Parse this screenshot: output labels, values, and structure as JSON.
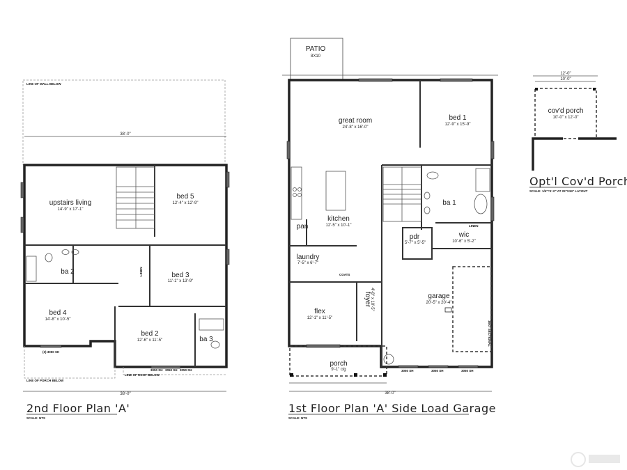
{
  "second_floor": {
    "title": "2nd Floor Plan 'A'",
    "scale": "SCALE: NTS",
    "notes": {
      "wall_below": "LINE OF WALL BELOW",
      "porch_below": "LINE OF PORCH BELOW",
      "roof_below": "LINE OF ROOF BELOW",
      "linen": "LINEN"
    },
    "overall_dim": "38'-0\"",
    "windows": {
      "bed4": "(3) 3050 SH",
      "bed2_a": "3050 SH",
      "bed2_b": "3050 SH",
      "bed2_c": "3050 SH"
    },
    "rooms": [
      {
        "name": "upstairs living",
        "size": "14'-9\" x 17'-1\""
      },
      {
        "name": "bed 5",
        "size": "12'-4\" x 12'-9\""
      },
      {
        "name": "ba 2",
        "size": ""
      },
      {
        "name": "bed 3",
        "size": "11'-1\" x 13'-9\""
      },
      {
        "name": "bed 4",
        "size": "14'-8\" x 10'-5\""
      },
      {
        "name": "bed 2",
        "size": "12'-6\" x 11'-5\""
      },
      {
        "name": "ba 3",
        "size": ""
      }
    ]
  },
  "first_floor": {
    "title": "1st Floor Plan 'A' Side Load Garage",
    "scale": "SCALE: NTS",
    "patio": {
      "label": "PATIO",
      "size": "8X10"
    },
    "notes": {
      "coats": "COATS",
      "linen": "LINEN",
      "garage_door": "16X7 SECTIONAL"
    },
    "overall_dim": "38'-0\"",
    "windows": {
      "garage_a": "3050 SH",
      "garage_b": "3050 SH",
      "garage_c": "3050 SH"
    },
    "rooms": [
      {
        "name": "great room",
        "size": "24'-8\" x 16'-0\""
      },
      {
        "name": "bed 1",
        "size": "12'-9\" x 15'-9\""
      },
      {
        "name": "kitchen",
        "size": "12'-5\" x 10'-1\""
      },
      {
        "name": "pan",
        "size": ""
      },
      {
        "name": "ba 1",
        "size": ""
      },
      {
        "name": "pdr",
        "size": "5'-7\" x 5'-5\""
      },
      {
        "name": "wic",
        "size": "10'-6\" x 5'-2\""
      },
      {
        "name": "laundry",
        "size": "7'-5\" x 6'-7\""
      },
      {
        "name": "flex",
        "size": "12'-1\" x 11'-5\""
      },
      {
        "name": "foyer",
        "size": "4'-8\" x 10'-5\""
      },
      {
        "name": "garage",
        "size": "20'-5\" x 20'-4\""
      },
      {
        "name": "porch",
        "size": "9'-1\" clg"
      }
    ]
  },
  "optional_porch": {
    "title": "Opt'l Cov'd Porch",
    "scale": "SCALE: 1/4\"=1'-0\" AT 22\"X34\" LAYOUT",
    "room": {
      "name": "cov'd porch",
      "size": "10'-0\" x 12'-0\""
    },
    "dims": {
      "outer": "12'-0\"",
      "inner": "10'-0\""
    }
  }
}
